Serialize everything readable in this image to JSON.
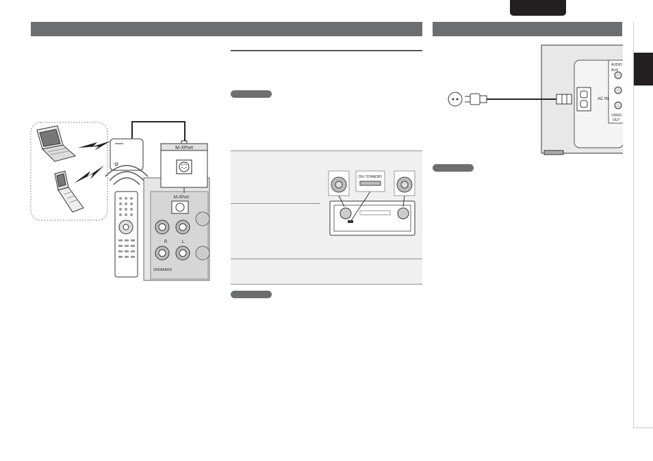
{
  "header": {
    "language_tab": ""
  },
  "sections": {
    "left_title": "",
    "right_title": ""
  },
  "labels": {
    "mxport": "M-XPort",
    "mxport_small": "M-XPort",
    "on_standby": "ON / STANDBY",
    "ac_in": "AC IN",
    "audio": "AUDIO",
    "aux": "AUX",
    "video": "VIDEO",
    "out": "OUT",
    "speakers": "SPEAKERS",
    "r": "R",
    "l": "L"
  },
  "notes": {
    "note1": "",
    "note2": "",
    "note3": ""
  },
  "side_tabs": [
    {
      "label": ""
    },
    {
      "label": ""
    },
    {
      "label": ""
    },
    {
      "label": ""
    },
    {
      "label": ""
    },
    {
      "label": ""
    },
    {
      "label": ""
    },
    {
      "label": ""
    },
    {
      "label": ""
    },
    {
      "label": ""
    },
    {
      "label": ""
    },
    {
      "label": ""
    }
  ],
  "colors": {
    "bar": "#6d6e70",
    "dark": "#231f20",
    "panel": "#f0f0f0"
  }
}
